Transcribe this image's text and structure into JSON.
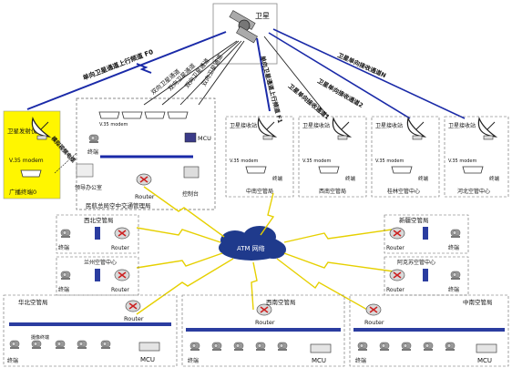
{
  "satellite_label": "卫星",
  "uplink_f0_label": "单向卫星通道上行频道 F0",
  "bidir_labels": [
    "双向卫星通道",
    "双向卫星通道",
    "双向卫星通道",
    "双向卫星通道"
  ],
  "uplink_f1_label": "单向卫星通道上行频道 F1",
  "downlink_labels": [
    "卫星单向接收通道N",
    "卫星单向接收通道2",
    "卫星单向接收通道1"
  ],
  "broadcast_box": {
    "title": "卫星发射仪",
    "modem": "V.35 modem",
    "cable_label": "模拟视频电缆",
    "footer": "广播终端0"
  },
  "hq": {
    "title": "民航总局空中交通管理局",
    "modem": "V.35 modem",
    "mcu": "MCU",
    "terminal": "终端",
    "office": "领导办公室",
    "router": "Router",
    "console": "控制台"
  },
  "receivers": [
    {
      "title": "卫星接收站",
      "modem": "V.35 modem",
      "terminal": "终端",
      "name": "中南空管局"
    },
    {
      "title": "卫星接收站",
      "modem": "V.35 modem",
      "terminal": "终端",
      "name": "西南空管局"
    },
    {
      "title": "卫星接收站",
      "modem": "V.35 modem",
      "terminal": "终端",
      "name": "桂林空管中心"
    },
    {
      "title": "卫星接收站",
      "modem": "V.35 modem",
      "terminal": "终端",
      "name": "河北空管中心"
    }
  ],
  "atm_label": "ATM 网络",
  "small_sites": [
    {
      "name": "西北空管局",
      "router": "Router",
      "terminal": "终端"
    },
    {
      "name": "兰州空管中心",
      "router": "Router",
      "terminal": "终端"
    },
    {
      "name": "新疆空管局",
      "router": "Router",
      "terminal": "终端"
    },
    {
      "name": "阿克苏空管中心",
      "router": "Router",
      "terminal": "终端"
    }
  ],
  "bottom_sites": [
    {
      "name": "华北空管局",
      "router": "Router",
      "terminal": "终端",
      "cam": "摄像终端",
      "mcu": "MCU"
    },
    {
      "name": "西南空管局",
      "router": "Router",
      "terminal": "终端",
      "mcu": "MCU"
    },
    {
      "name": "中南空管局",
      "router": "Router",
      "terminal": "终端",
      "mcu": "MCU"
    }
  ],
  "colors": {
    "uplink": "#1a2aa8",
    "lightning": "#e6d000",
    "yellow_box": "#fff600",
    "cloud": "#1f3a8c"
  }
}
